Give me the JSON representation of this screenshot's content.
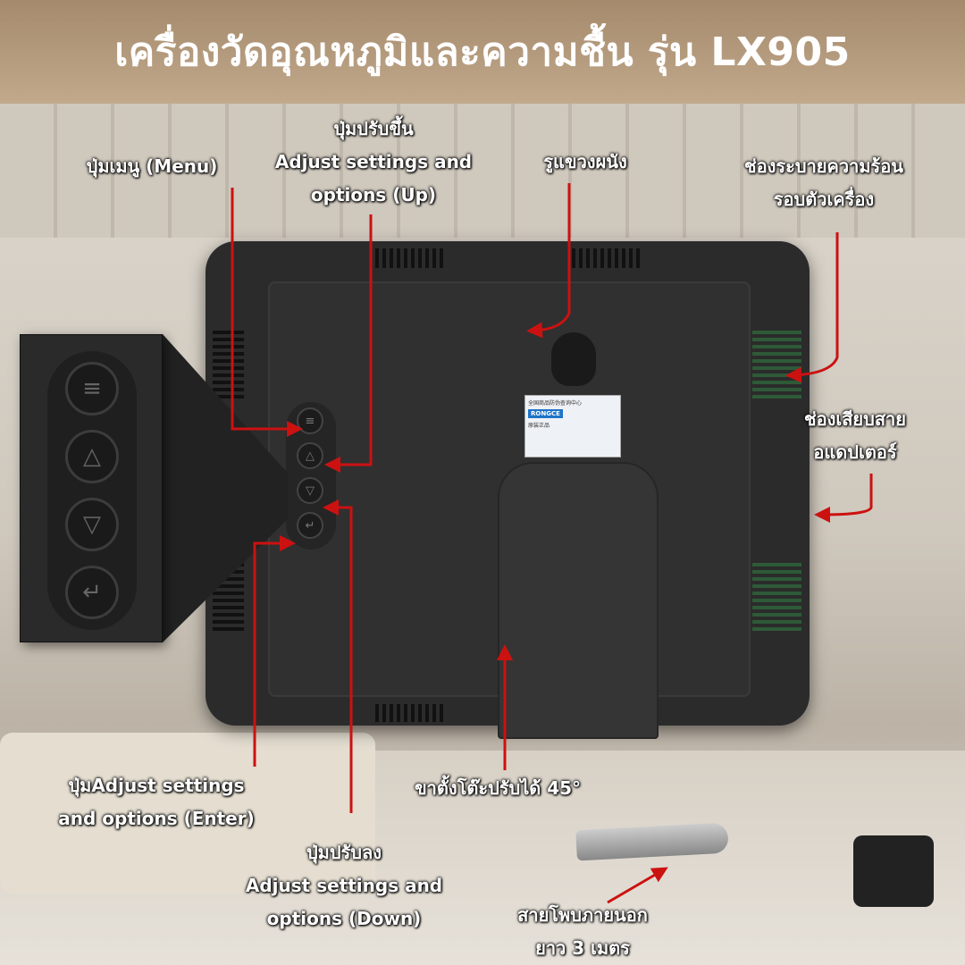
{
  "title": "เครื่องวัดอุณหภูมิและความชื้น รุ่น LX905",
  "labels": {
    "menu": [
      "ปุ่มเมนู (Menu)"
    ],
    "up": [
      "ปุ่มปรับขึ้น",
      "Adjust settings and",
      "options (Up)"
    ],
    "hanger": [
      "รูแขวงผนัง"
    ],
    "vent": [
      "ช่องระบายความร้อน",
      "รอบตัวเครื่อง"
    ],
    "adapter": [
      "ช่องเสียบสาย",
      "อแดปเตอร์"
    ],
    "enter": [
      "ปุ่มAdjust settings",
      "and options (Enter)"
    ],
    "stand": [
      "ขาตั้งโต๊ะปรับได้ 45°"
    ],
    "down": [
      "ปุ่มปรับลง",
      "Adjust settings and",
      "options (Down)"
    ],
    "probe": [
      "สายโพบภายนอก",
      "ยาว 3 เมตร"
    ]
  },
  "sticker": {
    "brand": "RONGCE",
    "line1": "全国商品防伪查询中心",
    "line2": "原装正品"
  },
  "icons": {
    "menu": "≡",
    "up": "△",
    "down": "▽",
    "enter": "↵"
  },
  "accent": "#cc1111"
}
